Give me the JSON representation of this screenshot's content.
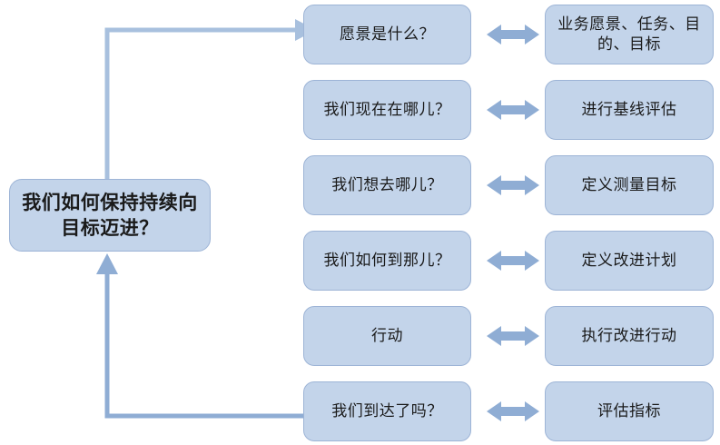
{
  "diagram": {
    "title": "持续改进循环图",
    "type": "process-loop",
    "colors": {
      "node_fill": "#c3d4ea",
      "node_border": "#9db4d6",
      "arrow": "#8fadd4",
      "connector": "#a8c0de",
      "text": "#1a1a1a"
    },
    "main_node": {
      "label": "我们如何保持持续向目标迈进？"
    },
    "rows": [
      {
        "question": "愿景是什么？",
        "answer": "业务愿景、任务、目的、目标",
        "arrow_icon": "double-arrow-icon"
      },
      {
        "question": "我们现在在哪儿？",
        "answer": "进行基线评估",
        "arrow_icon": "double-arrow-icon"
      },
      {
        "question": "我们想去哪儿？",
        "answer": "定义测量目标",
        "arrow_icon": "double-arrow-icon"
      },
      {
        "question": "我们如何到那儿？",
        "answer": "定义改进计划",
        "arrow_icon": "double-arrow-icon"
      },
      {
        "question": "行动",
        "answer": "执行改进行动",
        "arrow_icon": "double-arrow-icon"
      },
      {
        "question": "我们到达了吗？",
        "answer": "评估指标",
        "arrow_icon": "double-arrow-icon"
      }
    ],
    "connectors": [
      {
        "name": "loop-top-connector",
        "from": "main-node",
        "to": "question-row-0",
        "icon": "elbow-arrow-right-icon"
      },
      {
        "name": "loop-bottom-connector",
        "from": "question-row-5",
        "to": "main-node",
        "icon": "elbow-arrow-up-icon"
      }
    ]
  }
}
